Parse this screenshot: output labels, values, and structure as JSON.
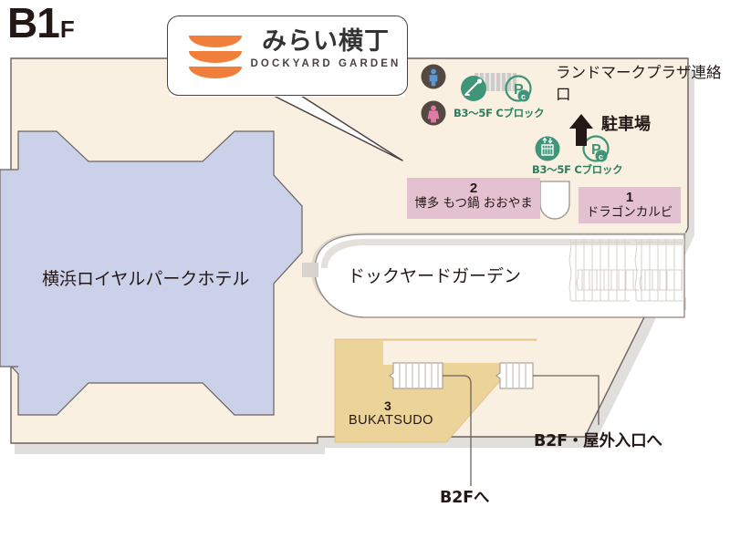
{
  "floor": {
    "level": "B1",
    "suffix": "F"
  },
  "logo": {
    "jp_name": "みらい横丁",
    "en_name": "DOCKYARD GARDEN",
    "mark": "three-bowls-icon",
    "accent_color": "#f07f3c"
  },
  "areas": {
    "hotel": {
      "name": "横浜ロイヤルパークホテル",
      "color": "#ccd1ea"
    },
    "dockyard": {
      "name": "ドックヤードガーデン",
      "color": "#ffffff"
    },
    "bukatsudo": {
      "number": "3",
      "name": "BUKATSUDO",
      "color": "#ecd39a"
    },
    "concourse_color": "#faf0e2"
  },
  "shops": [
    {
      "number": "2",
      "name": "博多 もつ鍋 おおやま",
      "color": "#e3c1d0"
    },
    {
      "number": "1",
      "name": "ドラゴンカルビ",
      "color": "#e3c1d0"
    }
  ],
  "facilities": {
    "restrooms": {
      "male": "mens-restroom-icon",
      "female": "womens-restroom-icon"
    },
    "group_1": {
      "icons": [
        "escalator-icon",
        "parking-icon"
      ],
      "label": "B3〜5F Cブロック"
    },
    "group_2": {
      "icons": [
        "elevator-icon",
        "parking-icon"
      ],
      "label": "B3〜5F Cブロック"
    },
    "accent_color": "#2e7d5e"
  },
  "signage": {
    "landmark_connection": "ランドマークプラザ連絡口",
    "parking": "駐車場",
    "parking_arrow": "up-arrow-icon"
  },
  "stairs": [
    {
      "id": "stair-left",
      "destination": "B2Fへ"
    },
    {
      "id": "stair-right",
      "destination": "B2F・屋外入口へ"
    }
  ]
}
